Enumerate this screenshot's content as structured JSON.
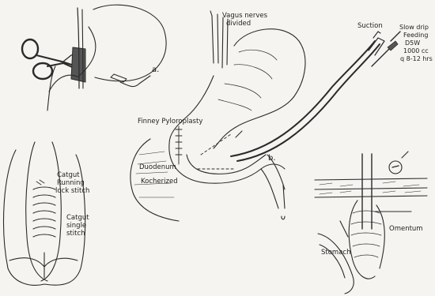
{
  "labels": {
    "vagus_line1": "Vagus nerves",
    "vagus_line2": "divided",
    "suction": "Suction",
    "drip_line1": "Slow drip",
    "drip_line2": "Feeding",
    "drip_line3": "D5W",
    "drip_line4": "1000 cc",
    "drip_line5": "q 8-12 hrs",
    "panel_a": "a.",
    "panel_b": "b.",
    "finney": "Finney Pyloroplasty",
    "duodenum": "Duodenum",
    "kocherized": "Kocherized",
    "catgut_running_1": "Catgut",
    "catgut_running_2": "Running",
    "catgut_running_3": "lock stitch",
    "catgut_single_1": "Catgut",
    "catgut_single_2": "single",
    "catgut_single_3": "stitch",
    "omentum": "Omentum",
    "stomach": "Stomach"
  },
  "colors": {
    "ink": "#2a2a2a",
    "paper": "#f5f4f0"
  }
}
